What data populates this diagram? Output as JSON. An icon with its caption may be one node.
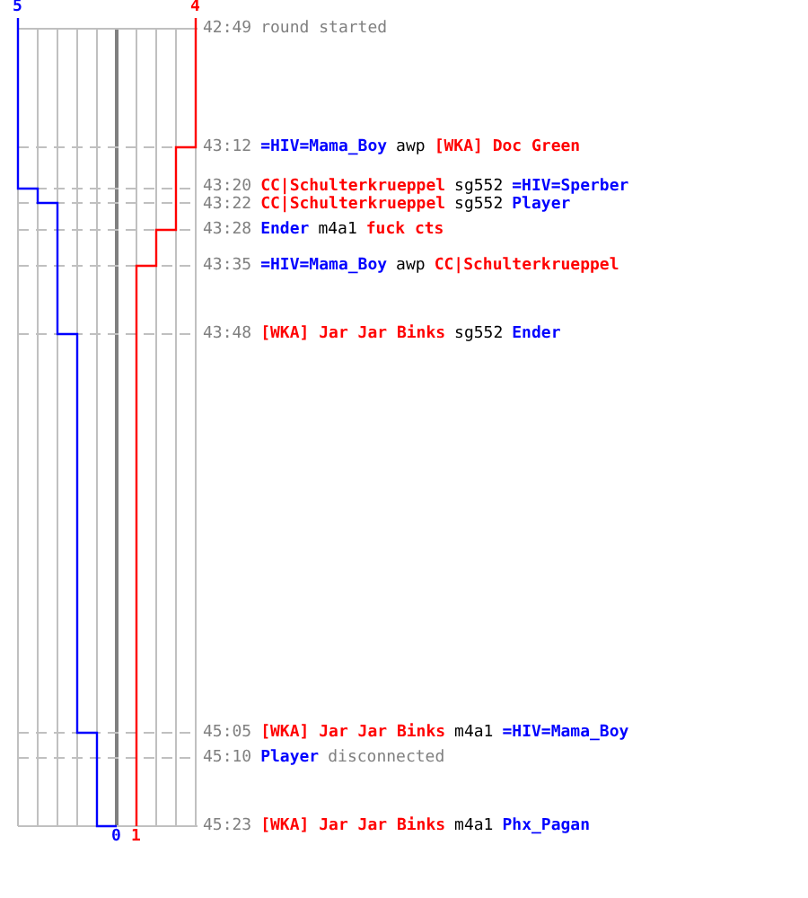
{
  "diagram": {
    "labels": [
      "5",
      "4",
      "42:49",
      "round started",
      "43:12",
      "=HIV=Mama_Boy",
      "awp",
      "[WKA] Doc Green",
      "43:20",
      "CC|Schulterkrueppel",
      "sg552",
      "=HIV=Sperber",
      "43:22",
      "CC|Schulterkrueppel",
      "sg552",
      "Player",
      "43:28",
      "Ender",
      "m4a1",
      "fuck cts",
      "43:35",
      "=HIV=Mama_Boy",
      "awp",
      "CC|Schulterkrueppel",
      "43:48",
      "[WKA] Jar Jar Binks",
      "sg552",
      "Ender",
      "45:05",
      "[WKA] Jar Jar Binks",
      "m4a1",
      "=HIV=Mama_Boy",
      "45:10",
      "Player",
      "disconnected",
      "45:23",
      "[WKA] Jar Jar Binks",
      "m4a1",
      "Phx_Pagan",
      "0",
      "1"
    ]
  }
}
